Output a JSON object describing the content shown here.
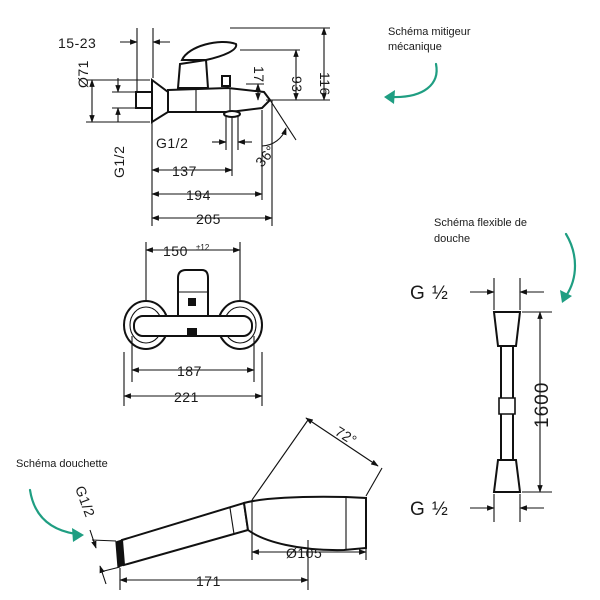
{
  "captions": {
    "mixer": [
      "Schéma mitigeur",
      "mécanique"
    ],
    "hose": [
      "Schéma flexible de",
      "douche"
    ],
    "handshower": "Schéma douchette"
  },
  "mixer_side": {
    "d_15_23": "15-23",
    "d_93": "93",
    "d_116": "116",
    "d_17": "17",
    "d_phi71": "Ø71",
    "d_g12_vertical": "G1/2",
    "d_g12_horizontal": "G1/2",
    "d_137": "137",
    "d_194": "194",
    "d_205": "205",
    "d_36deg": "36°"
  },
  "mixer_front": {
    "d_150": "150",
    "d_150_tol": "±12",
    "d_187": "187",
    "d_221": "221"
  },
  "hose": {
    "g_top": "G ½",
    "g_bottom": "G ½",
    "length": "1600"
  },
  "handshower": {
    "d_72deg": "72°",
    "d_g12": "G1/2",
    "d_phi105": "Ø105",
    "d_171": "171"
  },
  "colors": {
    "arrow": "#1f9e82",
    "line": "#111111"
  }
}
